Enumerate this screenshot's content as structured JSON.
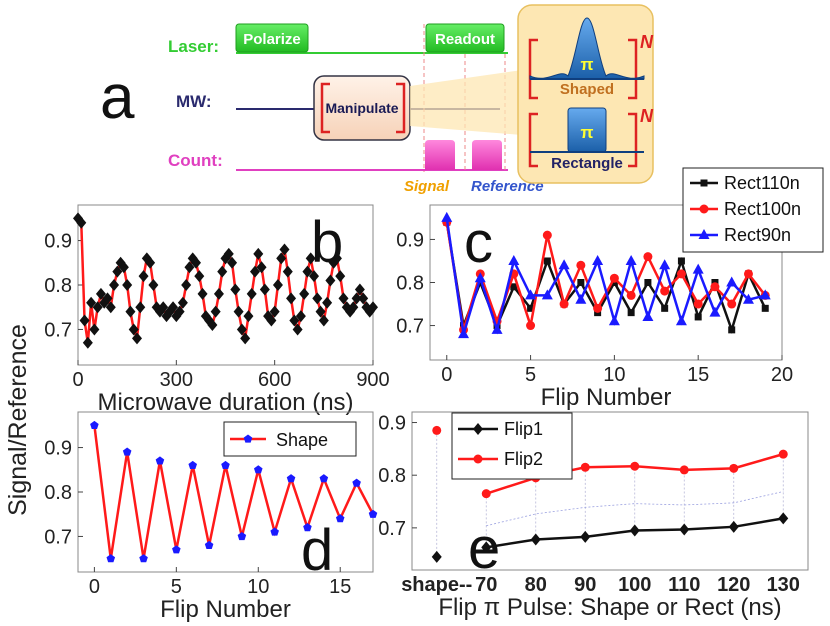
{
  "colors": {
    "laser": "#33cc33",
    "mw": "#2a2a6e",
    "count": "#e040c0",
    "red": "#ff1a1a",
    "black": "#111111",
    "blue": "#1a1aff",
    "pulse_green": "#44dd44",
    "manip_fill": "#fbe2cf",
    "inset_fill": "#fde7b3",
    "shaped_fill": "#2277bb",
    "count_fill": "#ff55cc",
    "pi_text": "#ffff33",
    "signal_text": "#f0a000",
    "reference_text": "#3355cc",
    "shaped_label": "#c07020",
    "rect_label": "#222266"
  },
  "schematic": {
    "panel_label": "a",
    "laser_label": "Laser:",
    "mw_label": "MW:",
    "count_label": "Count:",
    "polarize": "Polarize",
    "readout": "Readout",
    "manipulate": "Manipulate",
    "signal": "Signal",
    "reference": "Reference",
    "shaped": "Shaped",
    "rectangle": "Rectangle",
    "pi": "π",
    "n": "N"
  },
  "shared_ylabel": "Signal/Reference",
  "chart_data": [
    {
      "id": "b",
      "type": "line",
      "panel_label": "b",
      "xlabel": "Microwave duration (ns)",
      "xlim": [
        0,
        900
      ],
      "ylim": [
        0.62,
        0.98
      ],
      "xticks": [
        0,
        300,
        600,
        900
      ],
      "yticks": [
        0.7,
        0.8,
        0.9
      ],
      "series": [
        {
          "color": "#ff1a1a",
          "marker": "diamond",
          "x": [
            0,
            10,
            20,
            30,
            40,
            50,
            60,
            70,
            80,
            90,
            100,
            110,
            120,
            130,
            140,
            150,
            160,
            170,
            180,
            190,
            200,
            210,
            220,
            230,
            240,
            250,
            260,
            270,
            280,
            290,
            300,
            310,
            320,
            330,
            340,
            350,
            360,
            370,
            380,
            390,
            400,
            410,
            420,
            430,
            440,
            450,
            460,
            470,
            480,
            490,
            500,
            510,
            520,
            530,
            540,
            550,
            560,
            570,
            580,
            590,
            600,
            610,
            620,
            630,
            640,
            650,
            660,
            670,
            680,
            690,
            700,
            710,
            720,
            730,
            740,
            750,
            760,
            770,
            780,
            790,
            800,
            810,
            820,
            830,
            840,
            850,
            860,
            870,
            880,
            890,
            900
          ],
          "y": [
            0.95,
            0.94,
            0.72,
            0.67,
            0.76,
            0.7,
            0.75,
            0.78,
            0.76,
            0.77,
            0.75,
            0.8,
            0.83,
            0.85,
            0.84,
            0.8,
            0.74,
            0.7,
            0.68,
            0.75,
            0.82,
            0.86,
            0.85,
            0.8,
            0.75,
            0.74,
            0.75,
            0.73,
            0.74,
            0.75,
            0.73,
            0.74,
            0.76,
            0.8,
            0.84,
            0.86,
            0.85,
            0.82,
            0.78,
            0.73,
            0.72,
            0.71,
            0.74,
            0.78,
            0.83,
            0.86,
            0.87,
            0.85,
            0.79,
            0.74,
            0.7,
            0.68,
            0.73,
            0.78,
            0.83,
            0.87,
            0.84,
            0.79,
            0.73,
            0.72,
            0.74,
            0.8,
            0.86,
            0.88,
            0.83,
            0.77,
            0.72,
            0.7,
            0.73,
            0.78,
            0.83,
            0.86,
            0.82,
            0.77,
            0.74,
            0.72,
            0.76,
            0.81,
            0.85,
            0.86,
            0.82,
            0.77,
            0.75,
            0.74,
            0.75,
            0.77,
            0.79,
            0.77,
            0.75,
            0.74,
            0.75
          ]
        }
      ]
    },
    {
      "id": "c",
      "type": "line",
      "panel_label": "c",
      "xlabel": "Flip Number",
      "xlim": [
        -1,
        20
      ],
      "ylim": [
        0.62,
        0.98
      ],
      "xticks": [
        0,
        5,
        10,
        15,
        20
      ],
      "yticks": [
        0.7,
        0.8,
        0.9
      ],
      "legend": "top-right",
      "series": [
        {
          "name": "Rect110n",
          "color": "#111111",
          "marker": "square",
          "x": [
            0,
            1,
            2,
            3,
            4,
            5,
            6,
            7,
            8,
            9,
            10,
            11,
            12,
            13,
            14,
            15,
            16,
            17,
            18,
            19
          ],
          "y": [
            0.94,
            0.7,
            0.8,
            0.7,
            0.79,
            0.74,
            0.85,
            0.75,
            0.8,
            0.73,
            0.8,
            0.73,
            0.8,
            0.74,
            0.85,
            0.72,
            0.8,
            0.69,
            0.82,
            0.74
          ]
        },
        {
          "name": "Rect100n",
          "color": "#ff1a1a",
          "marker": "circle",
          "x": [
            0,
            1,
            2,
            3,
            4,
            5,
            6,
            7,
            8,
            9,
            10,
            11,
            12,
            13,
            14,
            15,
            16,
            17,
            18,
            19
          ],
          "y": [
            0.94,
            0.69,
            0.82,
            0.71,
            0.82,
            0.7,
            0.91,
            0.75,
            0.84,
            0.74,
            0.81,
            0.77,
            0.86,
            0.78,
            0.82,
            0.75,
            0.79,
            0.75,
            0.82,
            0.77
          ]
        },
        {
          "name": "Rect90n",
          "color": "#1a1aff",
          "marker": "triangle",
          "x": [
            0,
            1,
            2,
            3,
            4,
            5,
            6,
            7,
            8,
            9,
            10,
            11,
            12,
            13,
            14,
            15,
            16,
            17,
            18,
            19
          ],
          "y": [
            0.95,
            0.68,
            0.81,
            0.69,
            0.85,
            0.77,
            0.77,
            0.84,
            0.76,
            0.85,
            0.71,
            0.85,
            0.72,
            0.84,
            0.71,
            0.83,
            0.73,
            0.8,
            0.76,
            0.77
          ]
        }
      ]
    },
    {
      "id": "d",
      "type": "line",
      "panel_label": "d",
      "xlabel": "Flip Number",
      "xlim": [
        -1,
        17
      ],
      "ylim": [
        0.62,
        0.98
      ],
      "xticks": [
        0,
        5,
        10,
        15
      ],
      "yticks": [
        0.7,
        0.8,
        0.9
      ],
      "legend": "top-right",
      "series": [
        {
          "name": "Shape",
          "color": "#ff1a1a",
          "marker": "pentagon",
          "x": [
            0,
            1,
            2,
            3,
            4,
            5,
            6,
            7,
            8,
            9,
            10,
            11,
            12,
            13,
            14,
            15,
            16,
            17
          ],
          "y": [
            0.95,
            0.65,
            0.89,
            0.65,
            0.87,
            0.67,
            0.86,
            0.68,
            0.86,
            0.7,
            0.85,
            0.71,
            0.83,
            0.72,
            0.83,
            0.74,
            0.82,
            0.75
          ]
        }
      ]
    },
    {
      "id": "e",
      "type": "line",
      "panel_label": "e",
      "xlabel": "Flip π Pulse: Shape or Rect (ns)",
      "ylim": [
        0.62,
        0.92
      ],
      "yticks": [
        0.7,
        0.8,
        0.9
      ],
      "categories": [
        "shape--",
        "70",
        "80",
        "90",
        "100",
        "110",
        "120",
        "130"
      ],
      "legend": "top-left",
      "series": [
        {
          "name": "Flip1",
          "color": "#111111",
          "marker": "diamond",
          "x": [
            0,
            1,
            2,
            3,
            4,
            5,
            6,
            7
          ],
          "y": [
            0.645,
            0.663,
            0.678,
            0.683,
            0.695,
            0.697,
            0.702,
            0.718
          ]
        },
        {
          "name": "Flip2",
          "color": "#ff1a1a",
          "marker": "circle",
          "x": [
            0,
            1,
            2,
            3,
            4,
            5,
            6,
            7
          ],
          "y": [
            0.885,
            0.765,
            0.795,
            0.815,
            0.817,
            0.81,
            0.813,
            0.84
          ]
        }
      ]
    }
  ]
}
